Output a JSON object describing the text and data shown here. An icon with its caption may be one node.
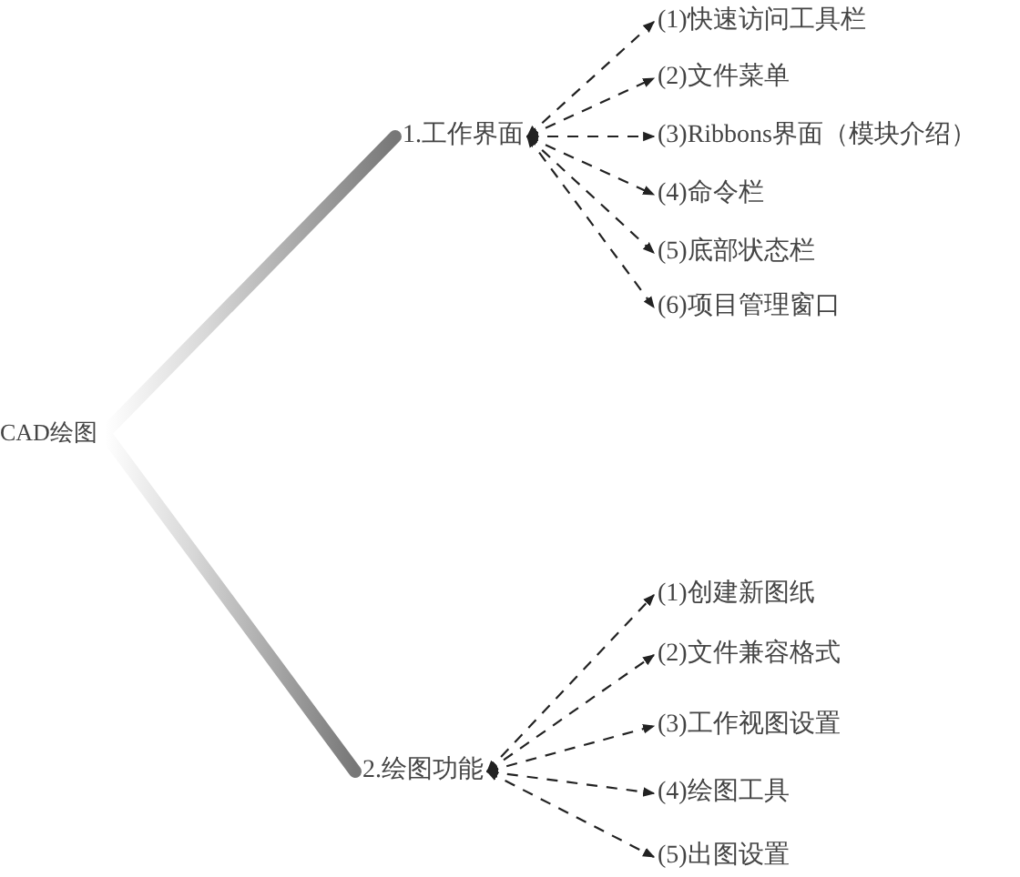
{
  "diagram": {
    "nodes": [
      {
        "text": [
          "CAD绘图"
        ]
      },
      {
        "text": [
          "1.工作界面"
        ]
      },
      {
        "text": [
          "(1)快速访问工具栏"
        ]
      },
      {
        "text": [
          "(2)文件菜单"
        ]
      },
      {
        "text": [
          "(3)Ribbons界面（模块介绍）"
        ]
      },
      {
        "text": [
          "(4)命令栏"
        ]
      },
      {
        "text": [
          "(5)底部状态栏"
        ]
      },
      {
        "text": [
          "(6)项目管理窗口"
        ]
      },
      {
        "text": [
          "2.绘图功能"
        ]
      },
      {
        "text": [
          "(1)创建新图纸"
        ]
      },
      {
        "text": [
          "(2)文件兼容格式"
        ]
      },
      {
        "text": [
          "(3)工作视图设置"
        ]
      },
      {
        "text": [
          "(4)绘图工具"
        ]
      },
      {
        "text": [
          "(5)出图设置"
        ]
      }
    ],
    "edges": [
      {
        "from": 0,
        "to": 1,
        "arrow": "none",
        "style": "thick"
      },
      {
        "from": 1,
        "to": 2,
        "arrow": "both",
        "style": "dashed"
      },
      {
        "from": 1,
        "to": 3,
        "arrow": "both",
        "style": "dashed"
      },
      {
        "from": 1,
        "to": 4,
        "arrow": "both",
        "style": "dashed"
      },
      {
        "from": 1,
        "to": 5,
        "arrow": "both",
        "style": "dashed"
      },
      {
        "from": 1,
        "to": 6,
        "arrow": "both",
        "style": "dashed"
      },
      {
        "from": 1,
        "to": 7,
        "arrow": "both",
        "style": "dashed"
      },
      {
        "from": 0,
        "to": 8,
        "arrow": "none",
        "style": "thick"
      },
      {
        "from": 8,
        "to": 9,
        "arrow": "both",
        "style": "dashed"
      },
      {
        "from": 8,
        "to": 10,
        "arrow": "both",
        "style": "dashed"
      },
      {
        "from": 8,
        "to": 11,
        "arrow": "both",
        "style": "dashed"
      },
      {
        "from": 8,
        "to": 12,
        "arrow": "both",
        "style": "dashed"
      },
      {
        "from": 8,
        "to": 13,
        "arrow": "both",
        "style": "dashed"
      }
    ]
  }
}
